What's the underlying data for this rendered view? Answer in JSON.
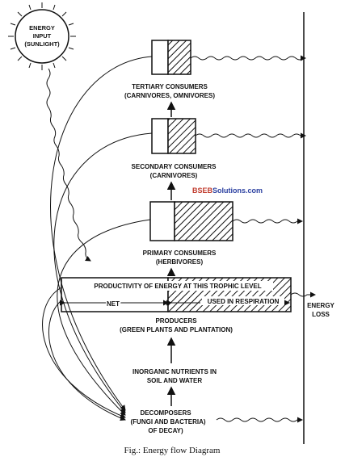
{
  "sun": {
    "line1": "ENERGY",
    "line2": "INPUT",
    "line3": "(SUNLIGHT)"
  },
  "tertiary": {
    "line1": "TERTIARY CONSUMERS",
    "line2": "(CARNIVORES, OMNIVORES)"
  },
  "secondary": {
    "line1": "SECONDARY CONSUMERS",
    "line2": "(CARNIVORES)"
  },
  "watermark": {
    "part1": "BSEB",
    "part2": "Solutions.com"
  },
  "primary": {
    "line1": "PRIMARY CONSUMERS",
    "line2": "(HERBIVORES)"
  },
  "producer_box": {
    "title": "PRODUCTIVITY OF ENERGY AT THIS TROPHIC LEVEL",
    "net": "NET",
    "respiration": "USED IN RESPIRATION"
  },
  "producers": {
    "line1": "PRODUCERS",
    "line2": "(GREEN PLANTS AND PLANTATION)"
  },
  "nutrients": {
    "line1": "INORGANIC NUTRIENTS IN",
    "line2": "SOIL AND WATER"
  },
  "decomposers": {
    "line1": "DECOMPOSERS",
    "line2": "(FUNGI AND BACTERIA)",
    "line3": "OF DECAY)"
  },
  "energy_loss": {
    "line1": "ENERGY",
    "line2": "LOSS"
  },
  "caption": "Fig.: Energy flow Diagram"
}
